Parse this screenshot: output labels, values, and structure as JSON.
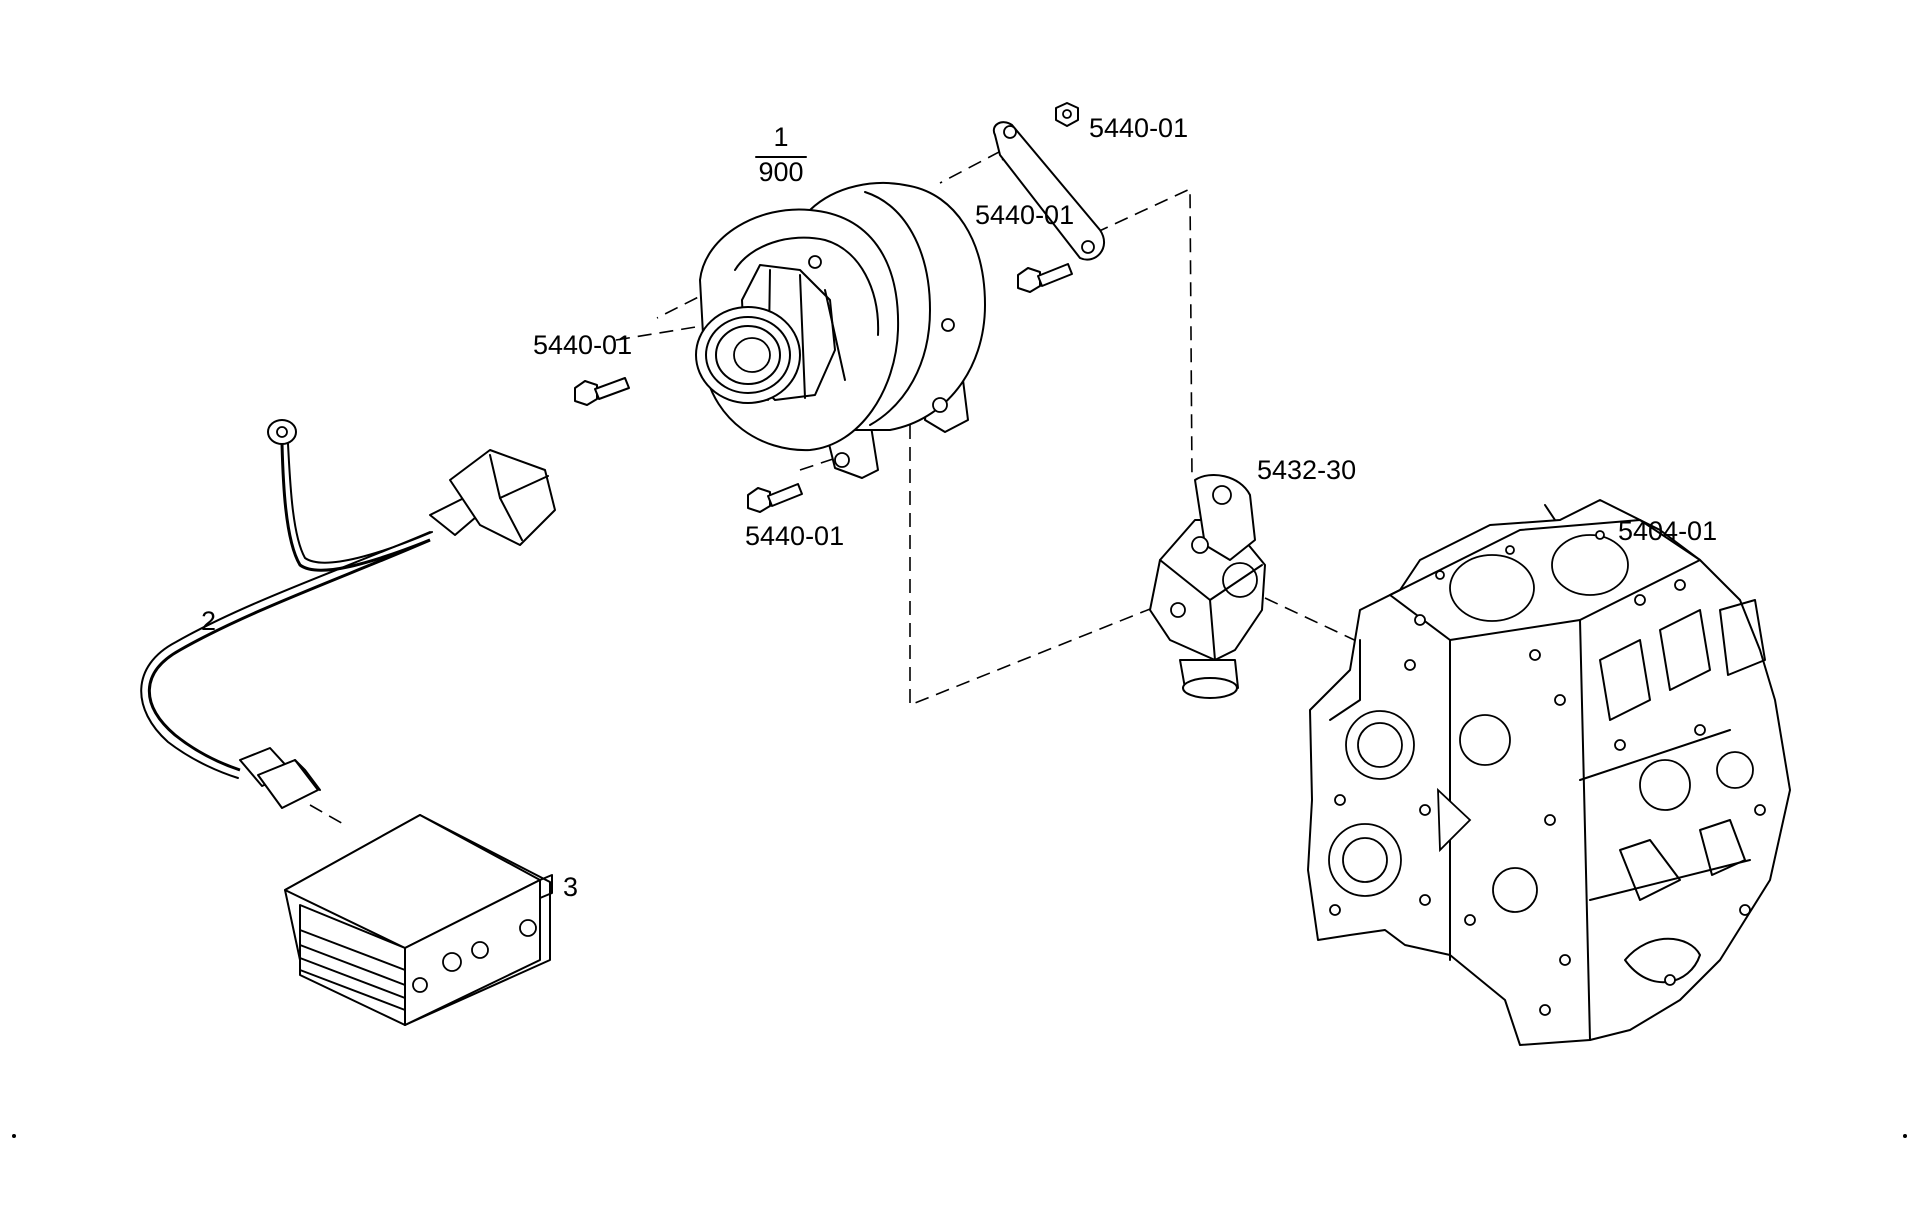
{
  "diagram": {
    "labels": {
      "alternator_num": "1",
      "alternator_den": "900",
      "harness": "2",
      "control_unit": "3",
      "nut_top": "5440-01",
      "bolt_bracket": "5440-01",
      "bolt_left": "5440-01",
      "bolt_lower": "5440-01",
      "bracket": "5432-30",
      "engine_block": "5404-01"
    }
  }
}
